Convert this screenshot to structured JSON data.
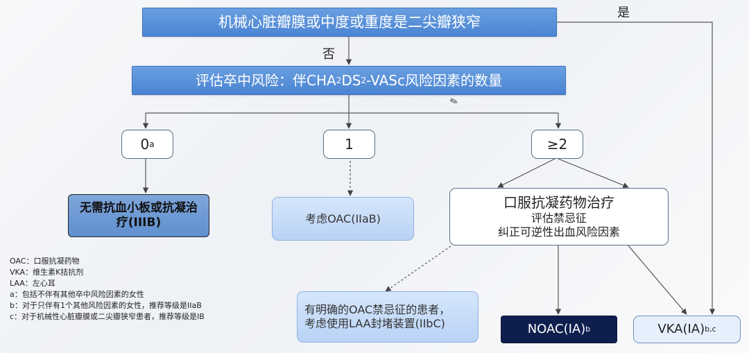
{
  "top_question": "机械心脏瓣膜或中度或重度是二尖瓣狭窄",
  "yes_label": "是",
  "no_label": "否",
  "assess": {
    "prefix": "评估卒中风险：伴CHA",
    "sub1": "2",
    "mid": "DS",
    "sub2": "2",
    "suffix": "-VASc风险因素的数量"
  },
  "score_0": {
    "value": "0",
    "sup": "a"
  },
  "score_1": {
    "value": "1"
  },
  "score_2": {
    "value": "≥2"
  },
  "no_therapy": "无需抗血小板或抗凝治疗(IIIB)",
  "consider_oac": "考虑OAC(IIaB)",
  "oral_anticoag": {
    "title": "口服抗凝药物治疗",
    "line1": "评估禁忌征",
    "line2": "纠正可逆性出血风险因素"
  },
  "laa": {
    "line1": "有明确的OAC禁忌征的患者，",
    "line2": "考虑使用LAA封堵装置(IIbC)"
  },
  "noac": {
    "text": "NOAC(IA)",
    "sup": "b"
  },
  "vka": {
    "text": "VKA(IA)",
    "sup": "b,c"
  },
  "notes": [
    "OAC：口服抗凝药物",
    "VKA：维生素K拮抗剂",
    "LAA：左心耳",
    "a：包括不伴有其他卒中风险因素的女性",
    "b：对于只伴有1个其他风险因素的女性，推荐等级是IIaB",
    "c：对于机械性心脏瓣膜或二尖瓣狭窄患者，推荐等级是IB"
  ],
  "colors": {
    "bar_blue": "#4a84d2",
    "navy": "#0e1f4e",
    "light_blue": "#b9d3f6"
  }
}
